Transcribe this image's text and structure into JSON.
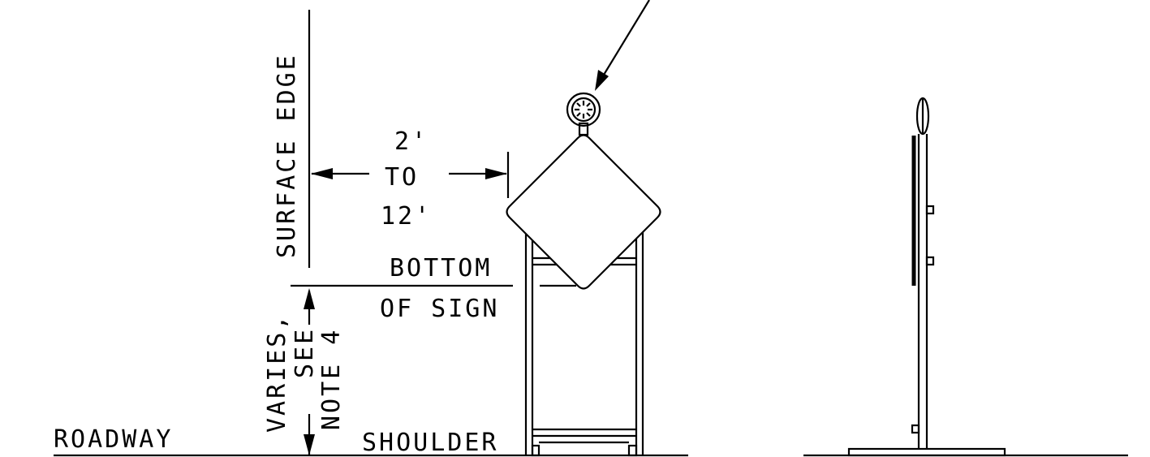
{
  "labels": {
    "surface_edge": "SURFACE EDGE",
    "offset_top": "2'",
    "offset_mid": "TO",
    "offset_bottom": "12'",
    "bottom_of_sign_1": "BOTTOM",
    "bottom_of_sign_2": "OF SIGN",
    "varies": "VARIES,",
    "see": "SEE",
    "note": "NOTE 4",
    "roadway": "ROADWAY",
    "shoulder": "SHOULDER"
  }
}
